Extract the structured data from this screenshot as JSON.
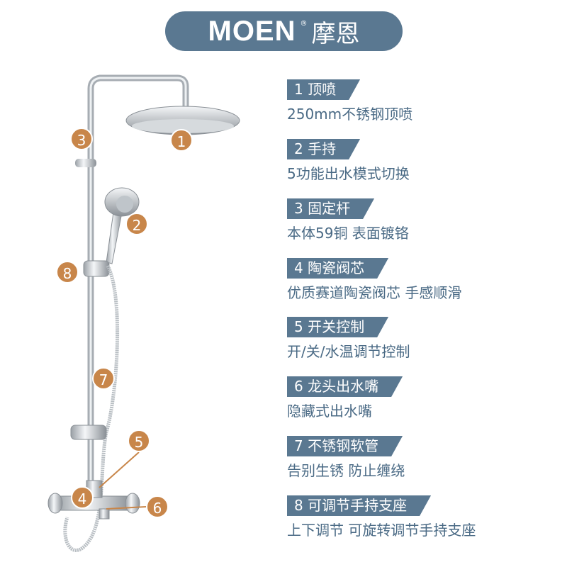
{
  "header": {
    "brand": "MOEN",
    "registered": "®",
    "brand_cn": "摩恩"
  },
  "features": [
    {
      "num": "1",
      "title": "1  顶喷",
      "desc": "250mm不锈钢顶喷"
    },
    {
      "num": "2",
      "title": "2  手持",
      "desc": "5功能出水模式切换"
    },
    {
      "num": "3",
      "title": "3  固定杆",
      "desc": "本体59铜 表面镀铬"
    },
    {
      "num": "4",
      "title": "4  陶瓷阀芯",
      "desc": "优质赛道陶瓷阀芯 手感顺滑"
    },
    {
      "num": "5",
      "title": "5  开关控制",
      "desc": "开/关/水温调节控制"
    },
    {
      "num": "6",
      "title": "6  龙头出水嘴",
      "desc": "隐藏式出水嘴"
    },
    {
      "num": "7",
      "title": "7  不锈钢软管",
      "desc": "告别生锈 防止缠绕"
    },
    {
      "num": "8",
      "title": "8  可调节手持支座",
      "desc": "上下调节 可旋转调节手持支座"
    }
  ],
  "colors": {
    "accent": "#5a7891",
    "badge": "#c8864a",
    "text": "#4a6a85"
  }
}
